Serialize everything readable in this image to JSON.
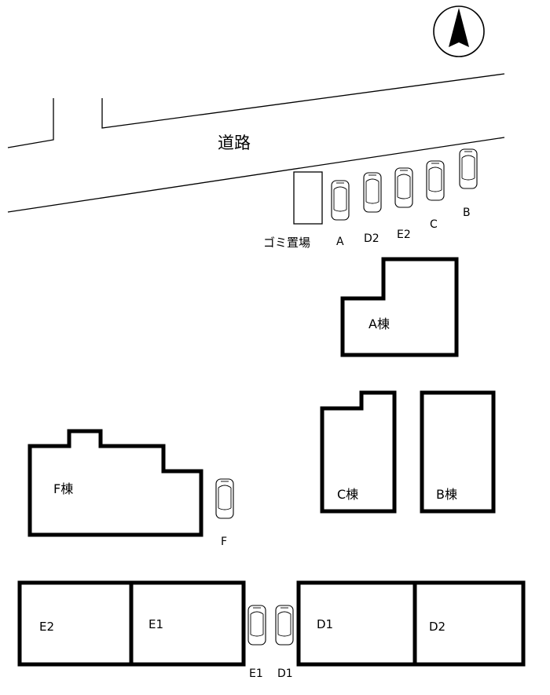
{
  "map": {
    "road_label": "道路",
    "garbage_label": "ゴミ置場",
    "compass": "north-arrow-icon",
    "buildings": {
      "a": "A棟",
      "b": "B棟",
      "c": "C棟",
      "f": "F棟",
      "e2": "E2",
      "e1": "E1",
      "d1": "D1",
      "d2": "D2"
    },
    "parking_top": [
      "A",
      "D2",
      "E2",
      "C",
      "B"
    ],
    "parking_f": "F",
    "parking_bottom": [
      "E1",
      "D1"
    ]
  }
}
